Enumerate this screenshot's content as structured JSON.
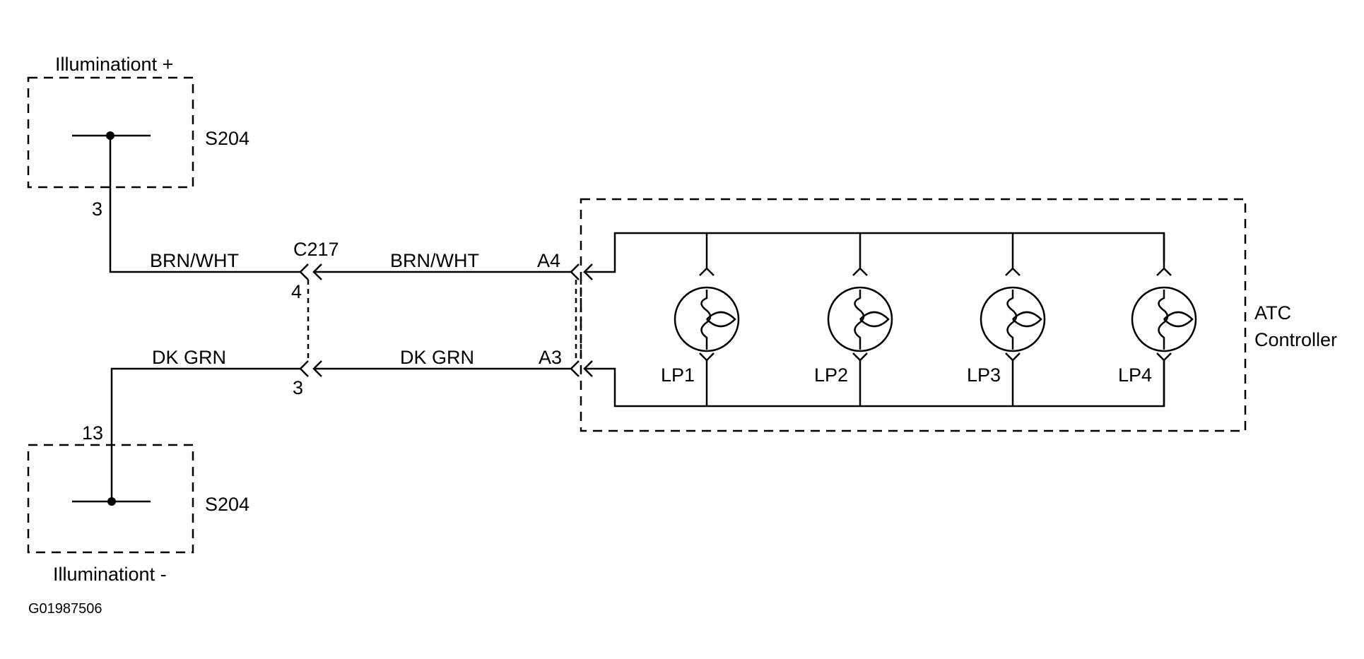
{
  "top_splice": {
    "label": "Illuminationt +",
    "id": "S204",
    "pin": "3"
  },
  "bottom_splice": {
    "label": "Illuminationt -",
    "id": "S204",
    "pin": "13"
  },
  "connector": {
    "id": "C217",
    "pin_top": "4",
    "pin_bottom": "3"
  },
  "wires": {
    "upper_left": "BRN/WHT",
    "upper_right": "BRN/WHT",
    "lower_left": "DK GRN",
    "lower_right": "DK GRN"
  },
  "controller": {
    "name_line1": "ATC",
    "name_line2": "Controller",
    "pin_top": "A4",
    "pin_bottom": "A3",
    "lamps": [
      "LP1",
      "LP2",
      "LP3",
      "LP4"
    ]
  },
  "figure_id": "G01987506",
  "colors": {
    "line": "#000000",
    "background": "#ffffff"
  }
}
